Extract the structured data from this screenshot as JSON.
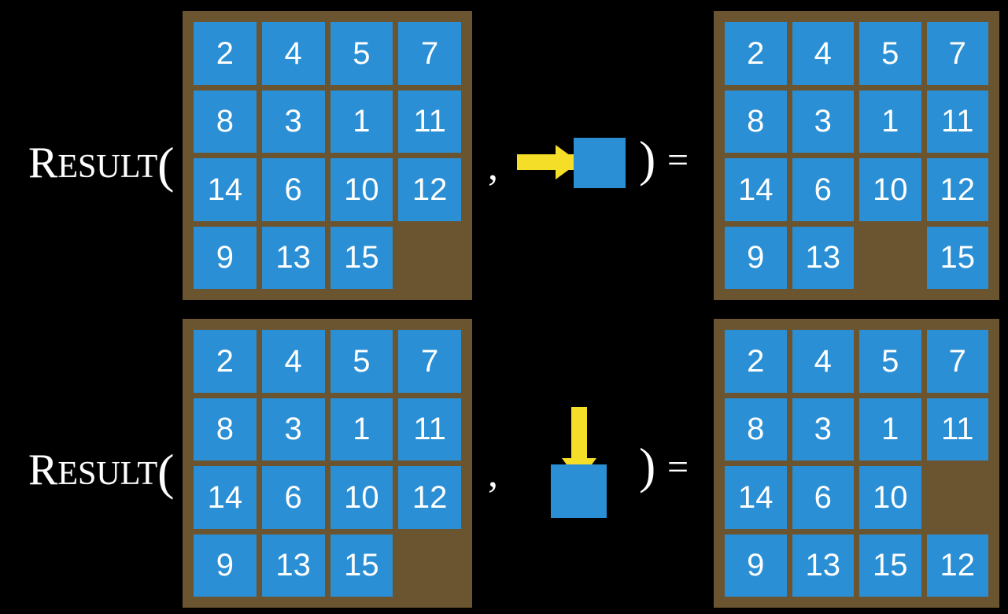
{
  "slide": {
    "background_color": "#000000",
    "board_color": "#6b5430",
    "tile_color": "#2a8fd4",
    "tile_text_color": "#ffffff",
    "arrow_color": "#f5de27"
  },
  "rows": [
    {
      "label_initial": "R",
      "label_rest": "ESULT",
      "label_open_paren": "(",
      "comma": ",",
      "close_paren": ")",
      "equals": "=",
      "action": {
        "name": "move-right",
        "arrow_direction": "right",
        "tile_label": ""
      },
      "input_board": {
        "name": "input-board-row1",
        "cells": [
          "2",
          "4",
          "5",
          "7",
          "8",
          "3",
          "1",
          "11",
          "14",
          "6",
          "10",
          "12",
          "9",
          "13",
          "15",
          ""
        ]
      },
      "output_board": {
        "name": "output-board-row1",
        "cells": [
          "2",
          "4",
          "5",
          "7",
          "8",
          "3",
          "1",
          "11",
          "14",
          "6",
          "10",
          "12",
          "9",
          "13",
          "",
          "15"
        ]
      }
    },
    {
      "label_initial": "R",
      "label_rest": "ESULT",
      "label_open_paren": "(",
      "comma": ",",
      "close_paren": ")",
      "equals": "=",
      "action": {
        "name": "move-down",
        "arrow_direction": "down",
        "tile_label": ""
      },
      "input_board": {
        "name": "input-board-row2",
        "cells": [
          "2",
          "4",
          "5",
          "7",
          "8",
          "3",
          "1",
          "11",
          "14",
          "6",
          "10",
          "12",
          "9",
          "13",
          "15",
          ""
        ]
      },
      "output_board": {
        "name": "output-board-row2",
        "cells": [
          "2",
          "4",
          "5",
          "7",
          "8",
          "3",
          "1",
          "11",
          "14",
          "6",
          "10",
          "",
          "9",
          "13",
          "15",
          "12"
        ]
      }
    }
  ]
}
